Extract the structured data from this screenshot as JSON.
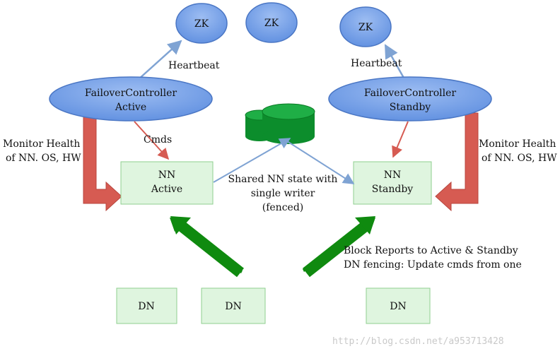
{
  "colors": {
    "ellipse_fill": "#6f9be6",
    "ellipse_stroke": "#4a76c4",
    "box_fill": "#dff5df",
    "box_stroke": "#8fcf8f",
    "red_arrow": "#d65b52",
    "blue_arrow": "#7fa3d3",
    "green_arrow": "#0f8a0f",
    "db_fill": "#0c8d2c",
    "watermark": "#c9c9c9"
  },
  "zk_nodes": [
    "ZK",
    "ZK",
    "ZK"
  ],
  "failover_active": {
    "line1": "FailoverController",
    "line2": "Active"
  },
  "failover_standby": {
    "line1": "FailoverController",
    "line2": "Standby"
  },
  "nn_active": {
    "line1": "NN",
    "line2": "Active"
  },
  "nn_standby": {
    "line1": "NN",
    "line2": "Standby"
  },
  "dn_nodes": [
    "DN",
    "DN",
    "DN"
  ],
  "labels": {
    "heartbeat_left": "Heartbeat",
    "heartbeat_right": "Heartbeat",
    "cmds": "Cmds",
    "monitor_left_1": "Monitor Health",
    "monitor_left_2": "of NN. OS, HW",
    "monitor_right_1": "Monitor Health",
    "monitor_right_2": "of NN. OS, HW",
    "shared_1": "Shared NN state with",
    "shared_2": "single writer",
    "shared_3": "(fenced)",
    "block_1": "Block Reports to Active & Standby",
    "block_2": "DN fencing: Update cmds from one"
  },
  "watermark": "http://blog.csdn.net/a953713428"
}
